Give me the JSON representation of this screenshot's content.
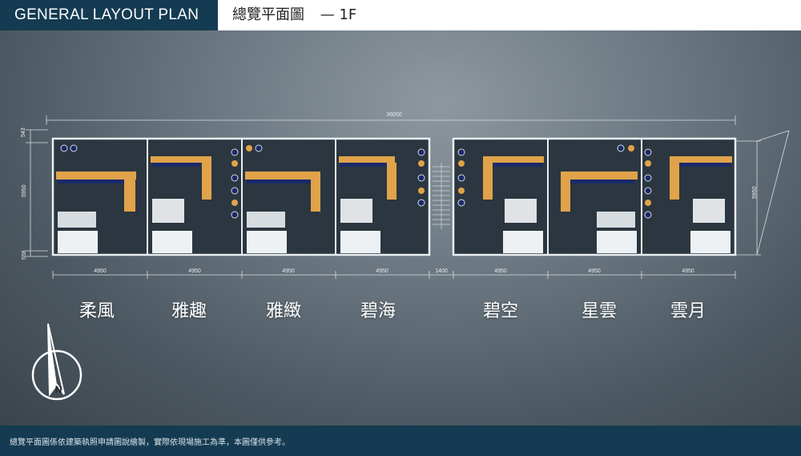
{
  "header": {
    "title_en": "GENERAL LAYOUT PLAN",
    "title_zh": "總覽平面圖",
    "floor": "— 1F"
  },
  "dimensions": {
    "total_width": "36050",
    "unit_width": "4950",
    "stair_width": "1400",
    "depth": "5950",
    "top_offset": "543",
    "bottom_offset": "558"
  },
  "units": [
    {
      "name": "柔風"
    },
    {
      "name": "雅趣"
    },
    {
      "name": "雅緻"
    },
    {
      "name": "碧海"
    },
    {
      "name": "碧空"
    },
    {
      "name": "星雲"
    },
    {
      "name": "雲月"
    }
  ],
  "compass": {
    "label": "N"
  },
  "footer": {
    "note": "總覽平面圖係依建築執照申請圖說繪製，實際依現場施工為準，本圖僅供參考。"
  },
  "colors": {
    "header_bg": "#143b52",
    "accent_gold": "#e0a34a",
    "accent_navy": "#1a2a6a"
  }
}
